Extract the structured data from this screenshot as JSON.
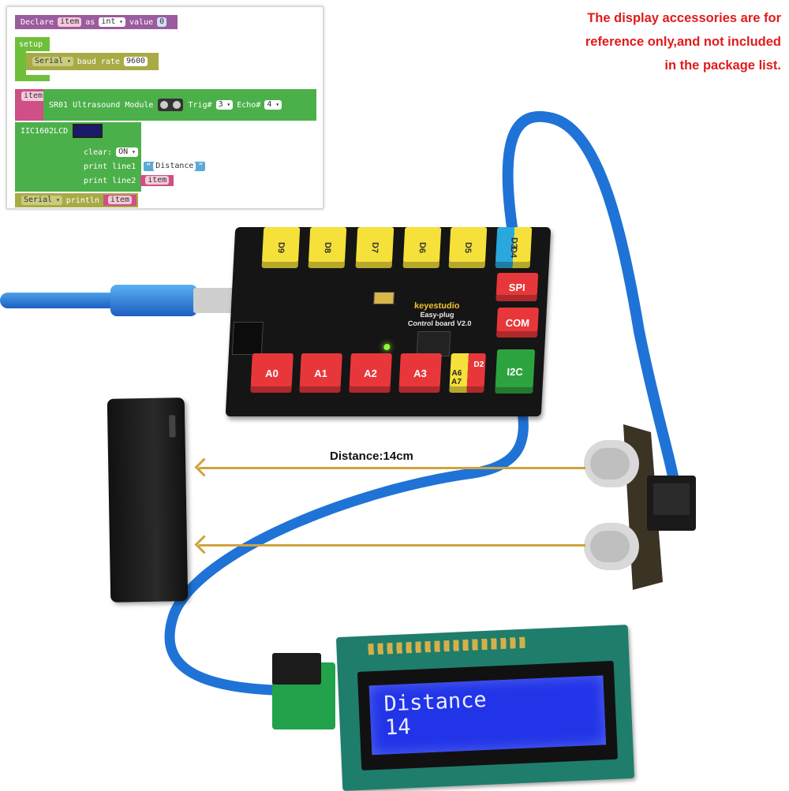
{
  "notice": {
    "line1": "The display accessories are for",
    "line2": "reference only,and not included",
    "line3": "in the package list."
  },
  "code": {
    "declare": {
      "kw": "Declare",
      "var": "item",
      "as": "as",
      "type": "int",
      "value_kw": "value",
      "value": "0"
    },
    "setup": {
      "label": "setup",
      "serial": "Serial",
      "baud_label": "baud rate",
      "baud": "9600"
    },
    "ultrasound": {
      "var": "item",
      "label": "SR01 Ultrasound Module",
      "trig_label": "Trig#",
      "trig": "3",
      "echo_label": "Echo#",
      "echo": "4"
    },
    "lcd": {
      "label": "IIC1602LCD",
      "clear_label": "clear:",
      "clear": "ON",
      "line1_label": "print line1",
      "line1": "Distance",
      "line2_label": "print line2",
      "line2": "item"
    },
    "println": {
      "serial": "Serial",
      "label": "println",
      "var": "item"
    }
  },
  "board": {
    "brand": "keyestudio",
    "name_line1": "Easy-plug",
    "name_line2": "Control board V2.0",
    "digital_ports": [
      "D9",
      "D8",
      "D7",
      "D6",
      "D5"
    ],
    "d3": "D3",
    "d4": "D4",
    "spi": "SPI",
    "com": "COM",
    "i2c": "I2C",
    "analog_ports": [
      "A0",
      "A1",
      "A2",
      "A3"
    ],
    "d2": "D2",
    "a6": "A6",
    "a7": "A7"
  },
  "distance_label": "Distance:14cm",
  "lcd": {
    "row1": "Distance",
    "row2": "14"
  },
  "colors": {
    "notice": "#e01b1b",
    "lcd_bg": "#2134e8",
    "cable": "#1f73d6",
    "arrow": "#cfa340"
  }
}
